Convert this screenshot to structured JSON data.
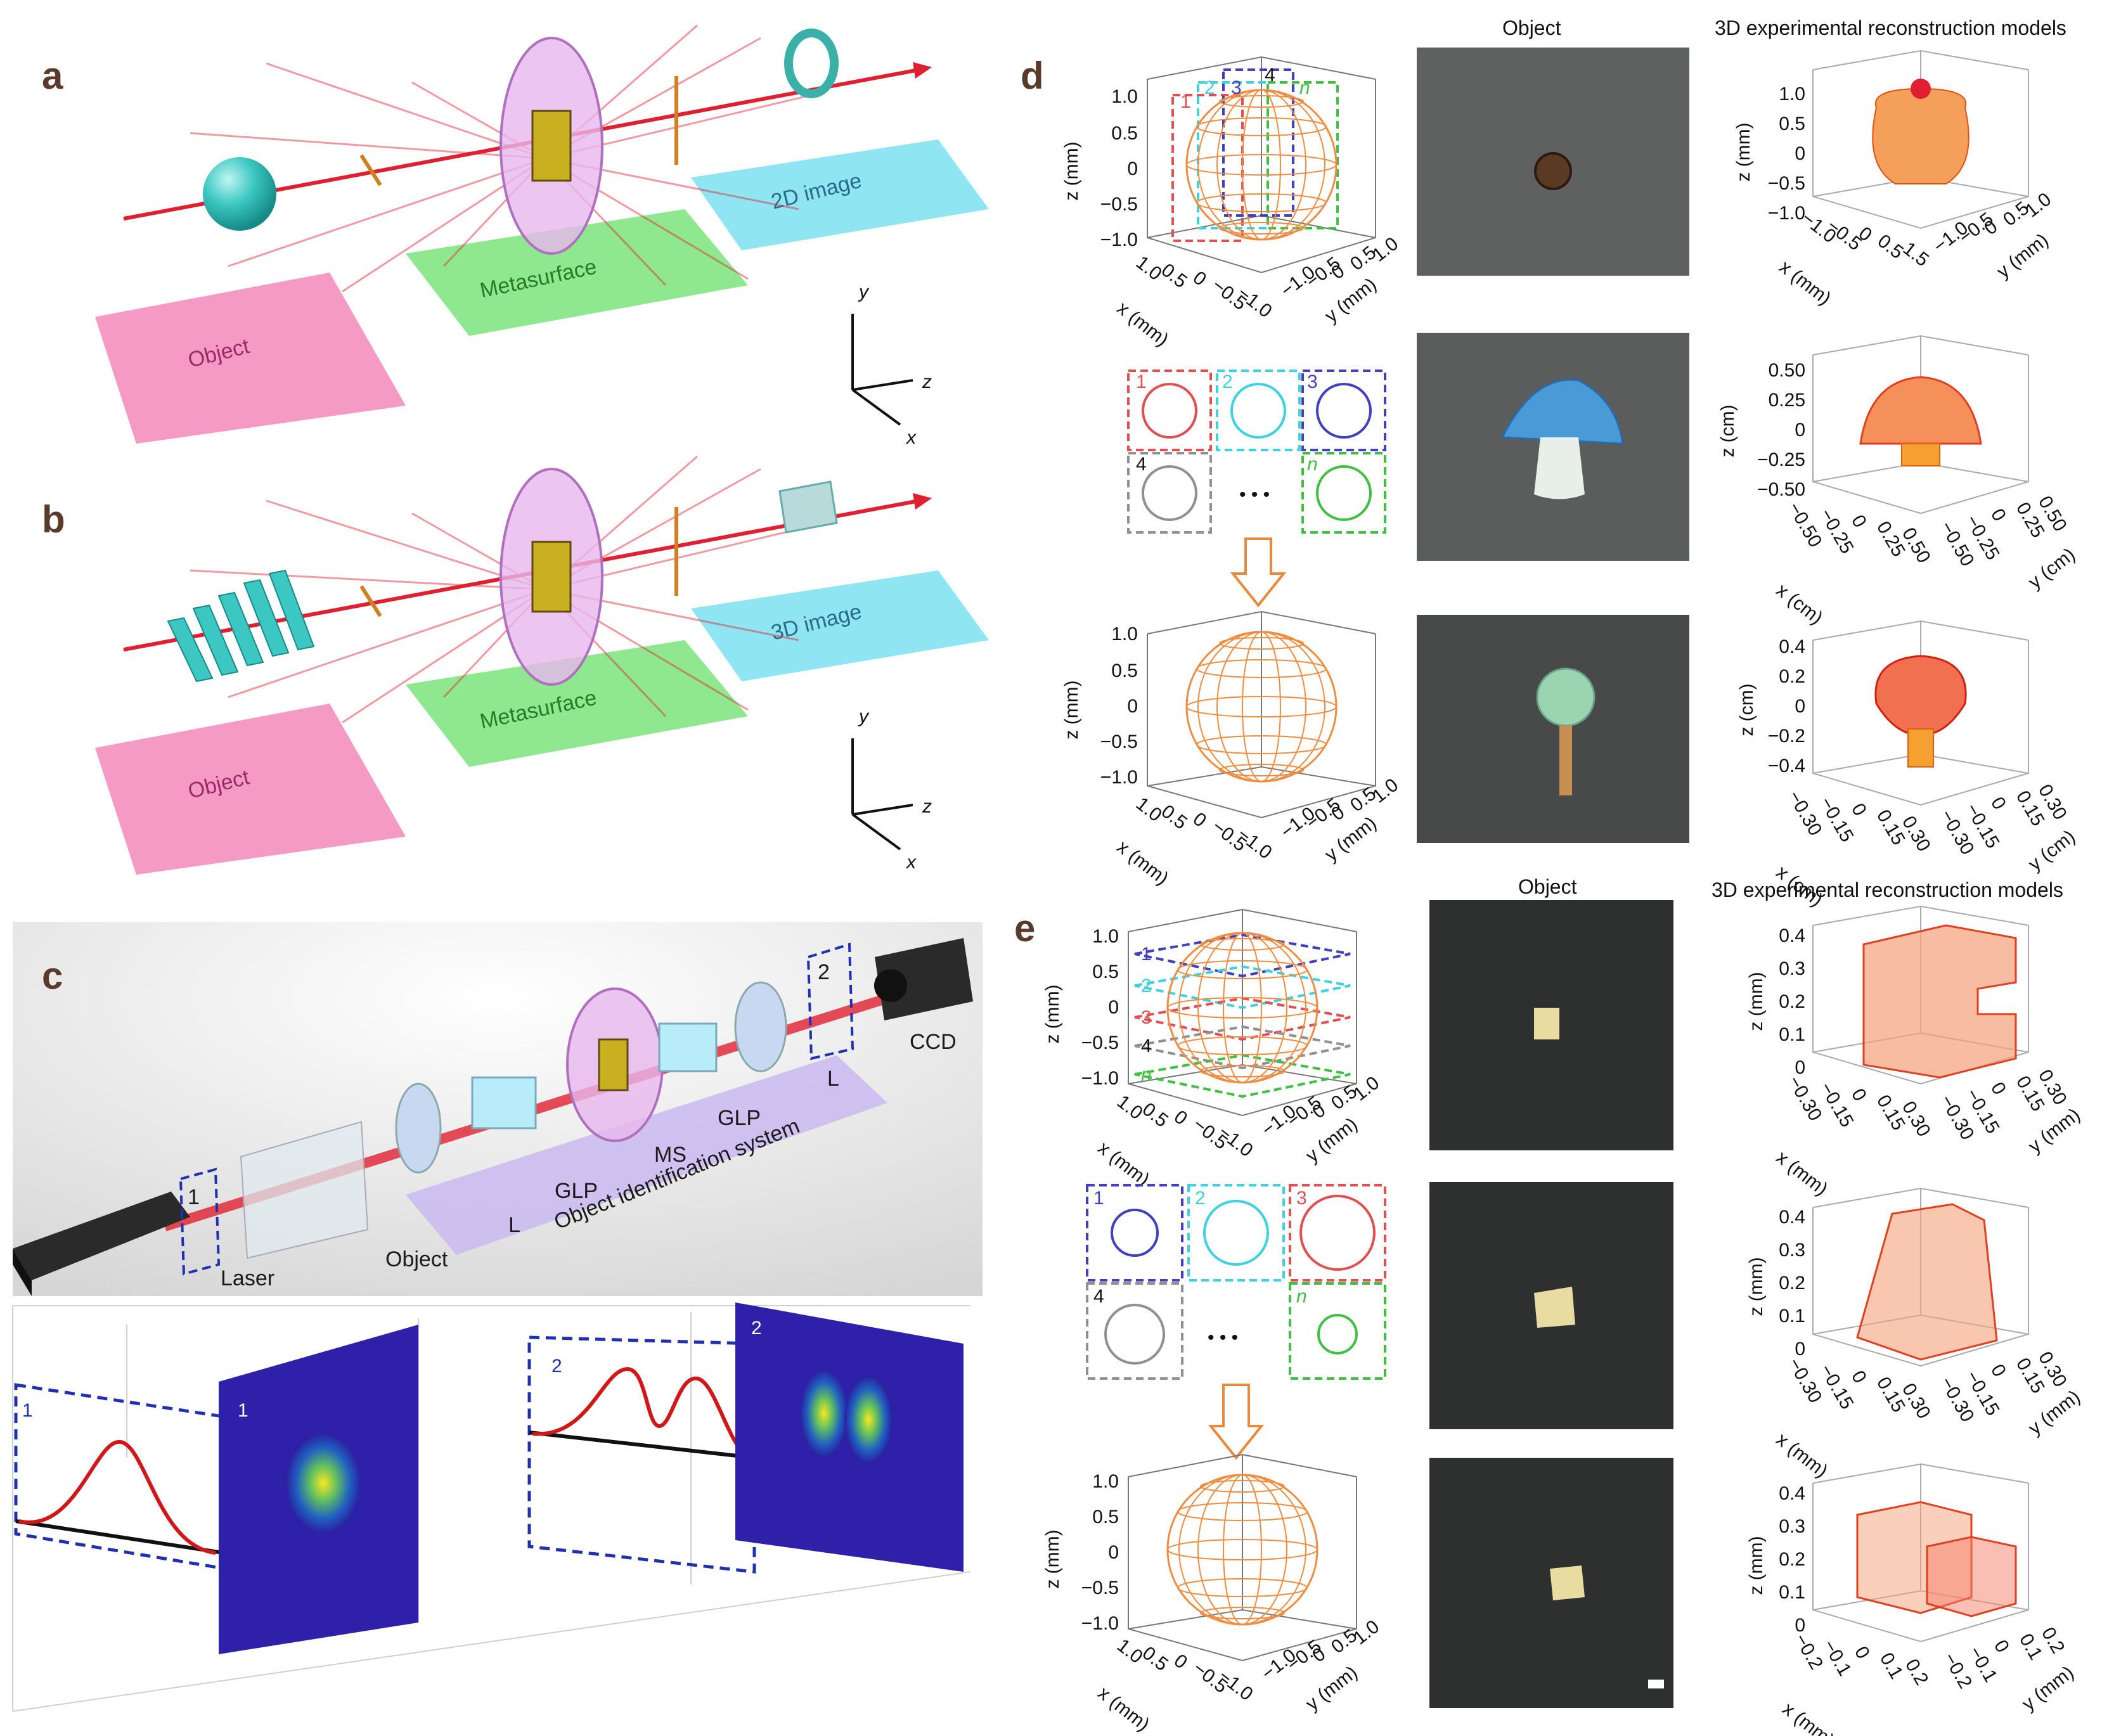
{
  "panels": {
    "a": "a",
    "b": "b",
    "c": "c",
    "d": "d",
    "e": "e"
  },
  "planes": {
    "object": "Object",
    "metasurface": "Metasurface",
    "image2d": "2D image",
    "image3d": "3D image"
  },
  "axes_triad": {
    "x": "x",
    "y": "y",
    "z": "z"
  },
  "setup": {
    "laser": "Laser",
    "object": "Object",
    "L1": "L",
    "GLP1": "GLP",
    "MS": "MS",
    "GLP2": "GLP",
    "L2": "L",
    "ccd": "CCD",
    "system": "Object identification system",
    "marker1": "1",
    "marker2": "2"
  },
  "profiles": {
    "p1": "1",
    "p2": "2",
    "s1": "1",
    "s2": "2"
  },
  "column_titles": {
    "object": "Object",
    "models": "3D experimental reconstruction models",
    "object_e": "Object",
    "models_e": "3D experimental reconstruction models"
  },
  "slices": {
    "n1": "1",
    "n2": "2",
    "n3": "3",
    "n4": "4",
    "nn": "n",
    "dots": "• • •"
  },
  "axis_labels": {
    "zmm": "z (mm)",
    "xmm": "x (mm)",
    "ymm": "y (mm)",
    "zcm": "z (cm)",
    "xcm": "x (cm)",
    "ycm": "y (cm)"
  },
  "ticks": {
    "sphere_z": [
      "1.0",
      "0.5",
      "0",
      "−0.5",
      "−1.0"
    ],
    "sphere_x": [
      "1.0",
      "0.5",
      "0",
      "−0.5",
      "−1.0"
    ],
    "sphere_y": [
      "−1.0",
      "−0.5",
      "0",
      "0.5",
      "1.0"
    ],
    "rec1_z": [
      "1.0",
      "0.5",
      "0",
      "−0.5",
      "−1.0"
    ],
    "rec1_x": [
      "−1.0",
      "−0.5",
      "0",
      "0.5",
      "1.5"
    ],
    "rec1_y": [
      "−1.0",
      "−0.5",
      "0",
      "0.5",
      "1.0"
    ],
    "rec2_z": [
      "0.50",
      "0.25",
      "0",
      "−0.25",
      "−0.50"
    ],
    "rec2_x": [
      "−0.50",
      "−0.25",
      "0",
      "0.25",
      "0.50"
    ],
    "rec2_y": [
      "−0.50",
      "−0.25",
      "0",
      "0.25",
      "0.50"
    ],
    "rec3_z": [
      "0.4",
      "0.2",
      "0",
      "−0.2",
      "−0.4"
    ],
    "rec3_x": [
      "−0.30",
      "−0.15",
      "0",
      "0.15",
      "0.30"
    ],
    "rec3_y": [
      "−0.30",
      "−0.15",
      "0",
      "0.15",
      "0.30"
    ],
    "rece_z": [
      "0.4",
      "0.3",
      "0.2",
      "0.1",
      "0"
    ],
    "rece_x": [
      "−0.30",
      "−0.15",
      "0",
      "0.15",
      "0.30"
    ],
    "rece_y": [
      "−0.30",
      "−0.15",
      "0",
      "0.15",
      "0.30"
    ],
    "rece3_z": [
      "0.4",
      "0.3",
      "0.2",
      "0.1",
      "0"
    ],
    "rece3_x": [
      "−0.2",
      "−0.1",
      "0",
      "0.1",
      "0.2"
    ],
    "rece3_y": [
      "−0.2",
      "−0.1",
      "0",
      "0.1",
      "0.2"
    ]
  },
  "colors": {
    "slice1": "#e05050",
    "slice2": "#40d0e0",
    "slice3": "#4040c0",
    "slice4": "#909090",
    "slicen": "#40c040",
    "sphere": "#f08c40",
    "beam": "#e02030",
    "photo_bg": "#555a58"
  }
}
